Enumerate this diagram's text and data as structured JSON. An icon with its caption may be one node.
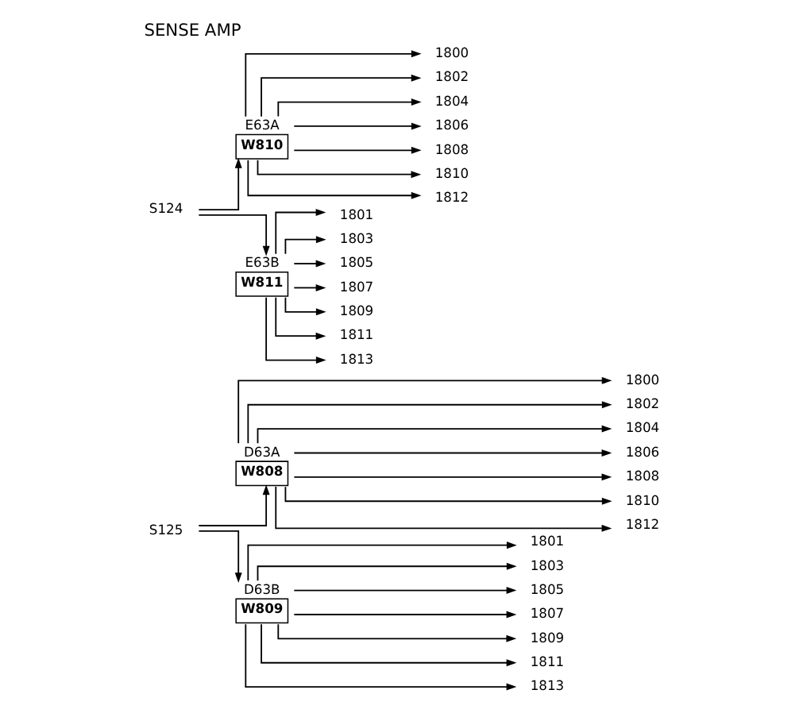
{
  "diagram": {
    "title": "SENSE AMP",
    "nodes": [
      {
        "text": [
          "S125"
        ]
      },
      {
        "text": [
          "D63A",
          "W808"
        ]
      },
      {
        "text": [
          "D63B",
          "W809"
        ]
      },
      {
        "text": [
          "1800"
        ]
      },
      {
        "text": [
          "1802"
        ]
      },
      {
        "text": [
          "1804"
        ]
      },
      {
        "text": [
          "1806"
        ]
      },
      {
        "text": [
          "1808"
        ]
      },
      {
        "text": [
          "1810"
        ]
      },
      {
        "text": [
          "1812"
        ]
      },
      {
        "text": [
          "1801"
        ]
      },
      {
        "text": [
          "1803"
        ]
      },
      {
        "text": [
          "1805"
        ]
      },
      {
        "text": [
          "1807"
        ]
      },
      {
        "text": [
          "1809"
        ]
      },
      {
        "text": [
          "1811"
        ]
      },
      {
        "text": [
          "1813"
        ]
      },
      {
        "text": [
          "S124"
        ]
      },
      {
        "text": [
          "E63A",
          "W810"
        ]
      },
      {
        "text": [
          "E63B",
          "W811"
        ]
      },
      {
        "text": [
          "1800"
        ]
      },
      {
        "text": [
          "1802"
        ]
      },
      {
        "text": [
          "1804"
        ]
      },
      {
        "text": [
          "1806"
        ]
      },
      {
        "text": [
          "1808"
        ]
      },
      {
        "text": [
          "1810"
        ]
      },
      {
        "text": [
          "1812"
        ]
      },
      {
        "text": [
          "1801"
        ]
      },
      {
        "text": [
          "1803"
        ]
      },
      {
        "text": [
          "1805"
        ]
      },
      {
        "text": [
          "1807"
        ]
      },
      {
        "text": [
          "1809"
        ]
      },
      {
        "text": [
          "1811"
        ]
      },
      {
        "text": [
          "1813"
        ]
      }
    ],
    "edges": [
      {
        "from": 0,
        "to": 1,
        "arrow": "to"
      },
      {
        "from": 0,
        "to": 2,
        "arrow": "to"
      },
      {
        "from": 1,
        "to": 3,
        "arrow": "to"
      },
      {
        "from": 1,
        "to": 4,
        "arrow": "to"
      },
      {
        "from": 1,
        "to": 5,
        "arrow": "to"
      },
      {
        "from": 1,
        "to": 6,
        "arrow": "to"
      },
      {
        "from": 1,
        "to": 7,
        "arrow": "to"
      },
      {
        "from": 1,
        "to": 8,
        "arrow": "to"
      },
      {
        "from": 1,
        "to": 9,
        "arrow": "to"
      },
      {
        "from": 2,
        "to": 10,
        "arrow": "to"
      },
      {
        "from": 2,
        "to": 11,
        "arrow": "to"
      },
      {
        "from": 2,
        "to": 12,
        "arrow": "to"
      },
      {
        "from": 2,
        "to": 13,
        "arrow": "to"
      },
      {
        "from": 2,
        "to": 14,
        "arrow": "to"
      },
      {
        "from": 2,
        "to": 15,
        "arrow": "to"
      },
      {
        "from": 2,
        "to": 16,
        "arrow": "to"
      },
      {
        "from": 17,
        "to": 18,
        "arrow": "to"
      },
      {
        "from": 17,
        "to": 19,
        "arrow": "to"
      },
      {
        "from": 18,
        "to": 20,
        "arrow": "to"
      },
      {
        "from": 18,
        "to": 21,
        "arrow": "to"
      },
      {
        "from": 18,
        "to": 22,
        "arrow": "to"
      },
      {
        "from": 18,
        "to": 23,
        "arrow": "to"
      },
      {
        "from": 18,
        "to": 24,
        "arrow": "to"
      },
      {
        "from": 18,
        "to": 25,
        "arrow": "to"
      },
      {
        "from": 18,
        "to": 26,
        "arrow": "to"
      },
      {
        "from": 19,
        "to": 27,
        "arrow": "to"
      },
      {
        "from": 19,
        "to": 28,
        "arrow": "to"
      },
      {
        "from": 19,
        "to": 29,
        "arrow": "to"
      },
      {
        "from": 19,
        "to": 30,
        "arrow": "to"
      },
      {
        "from": 19,
        "to": 31,
        "arrow": "to"
      },
      {
        "from": 19,
        "to": 32,
        "arrow": "to"
      },
      {
        "from": 19,
        "to": 33,
        "arrow": "to"
      }
    ]
  }
}
